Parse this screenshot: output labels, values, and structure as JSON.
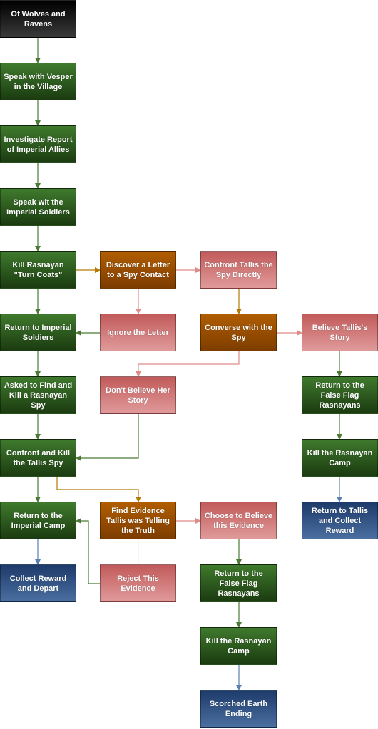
{
  "colors": {
    "green_arrow": "#4a7a34",
    "orange_arrow": "#b47a00",
    "red_arrow": "#e08a8a",
    "blue_arrow": "#5a80b0",
    "green_node": "#2d5b1e",
    "orange_node": "#9a4f00",
    "red_node": "#d07878",
    "blue_node": "#2f5186",
    "black_node": "#111111"
  },
  "nodes": {
    "start": "Of Wolves and Ravens",
    "speak_vesper": "Speak with Vesper in the Village",
    "investigate": "Investigate Report of Imperial Allies",
    "speak_soldiers": "Speak wit the Imperial Soldiers",
    "kill_turncoats": "Kill Rasnayan \"Turn Coats\"",
    "discover_letter": "Discover a Letter to a Spy Contact",
    "confront_directly": "Confront Tallis the Spy Directly",
    "return_soldiers": "Return to Imperial Soldiers",
    "ignore_letter": "Ignore the Letter",
    "converse_spy": "Converse with the Spy",
    "believe_story": "Believe Tallis's Story",
    "asked_find": "Asked to Find and Kill a Rasnayan Spy",
    "dont_believe": "Don't Believe Her Story",
    "return_false_flag_right": "Return to the False Flag Rasnayans",
    "confront_kill": "Confront and Kill the Tallis Spy",
    "kill_camp_right": "Kill the Rasnayan Camp",
    "return_camp": "Return to the Imperial Camp",
    "find_evidence": "Find Evidence Tallis was Telling the Truth",
    "choose_believe": "Choose to Believe this Evidence",
    "return_tallis": "Return to Tallis and Collect Reward",
    "collect_depart": "Collect Reward and Depart",
    "reject_evidence": "Reject This Evidence",
    "return_false_flag_mid": "Return to the False Flag Rasnayans",
    "kill_camp_mid": "Kill the Rasnayan Camp",
    "scorched": "Scorched Earth Ending"
  }
}
